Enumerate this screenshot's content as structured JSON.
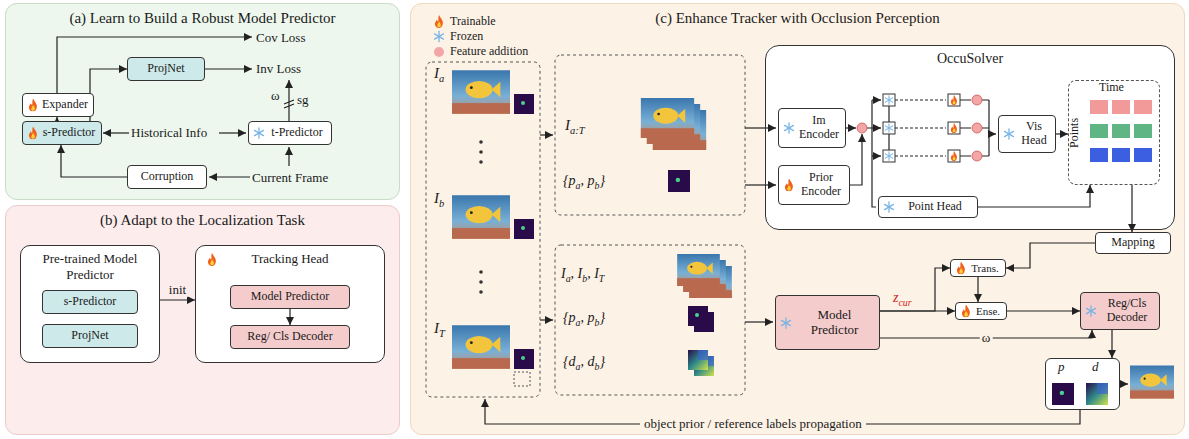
{
  "diagram": {
    "nodes": [
      {
        "text": [
          "(a) Learn to Build a Robust Model Predictor"
        ]
      },
      {
        "text": [
          "Expander"
        ],
        "in": 0
      },
      {
        "text": [
          "ProjNet"
        ],
        "in": 0
      },
      {
        "text": [
          "s-Predictor"
        ],
        "in": 0
      },
      {
        "text": [
          "t-Predictor"
        ],
        "in": 0
      },
      {
        "text": [
          "Corruption"
        ],
        "in": 0
      },
      {
        "text": [
          "(b) Adapt to the Localization Task"
        ]
      },
      {
        "text": [
          "Pre-trained Model Predictor"
        ],
        "in": 6
      },
      {
        "text": [
          "s-Predictor"
        ],
        "in": 7
      },
      {
        "text": [
          "ProjNet"
        ],
        "in": 7
      },
      {
        "text": [
          "Tracking Head"
        ],
        "in": 6
      },
      {
        "text": [
          "Model Predictor"
        ],
        "in": 10
      },
      {
        "text": [
          "Reg/ Cls Decoder"
        ],
        "in": 10
      },
      {
        "text": [
          "(c) Enhance Tracker with Occlusion Perception"
        ]
      },
      {
        "text": [
          "OccuSolver"
        ],
        "in": 13
      },
      {
        "text": [
          "Im Encoder"
        ],
        "in": 14
      },
      {
        "text": [
          "Prior Encoder"
        ],
        "in": 14
      },
      {
        "text": [
          "Vis Head"
        ],
        "in": 14
      },
      {
        "text": [
          "Point Head"
        ],
        "in": 14
      },
      {
        "text": [
          "Time",
          "Points"
        ],
        "in": 14
      },
      {
        "text": [
          "Mapping"
        ],
        "in": 13
      },
      {
        "text": [
          "Trans."
        ],
        "in": 13
      },
      {
        "text": [
          "Ense."
        ],
        "in": 13
      },
      {
        "text": [
          "Model Predictor"
        ],
        "in": 13
      },
      {
        "text": [
          "Reg/Cls Decoder"
        ],
        "in": 13
      },
      {
        "text": [
          "p",
          "d"
        ],
        "in": 13
      }
    ],
    "edges": [
      {
        "from": 3,
        "to": 1,
        "arrow": "to"
      },
      {
        "from": 3,
        "to": 2,
        "arrow": "to"
      },
      {
        "from": 5,
        "to": 3,
        "arrow": "to"
      },
      {
        "from": 7,
        "to": 10,
        "label": "init",
        "arrow": "to"
      },
      {
        "from": 11,
        "to": 12,
        "arrow": "to"
      },
      {
        "from": 18,
        "to": 19,
        "arrow": "to"
      },
      {
        "from": 17,
        "to": 19,
        "arrow": "to"
      },
      {
        "from": 19,
        "to": 20,
        "arrow": "to"
      },
      {
        "from": 20,
        "to": 21,
        "arrow": "to"
      },
      {
        "from": 21,
        "to": 22,
        "arrow": "to"
      },
      {
        "from": 23,
        "to": 21,
        "arrow": "to"
      },
      {
        "from": 23,
        "to": 22,
        "arrow": "to"
      },
      {
        "from": 22,
        "to": 24,
        "arrow": "to"
      },
      {
        "from": 23,
        "to": 24,
        "label": "ω",
        "arrow": "to"
      },
      {
        "from": 24,
        "to": 25,
        "arrow": "to"
      }
    ],
    "labels": [
      "Cov Loss",
      "Inv Loss",
      "ω",
      "sg",
      "Historical Info",
      "Current Frame",
      "I",
      "a",
      "I",
      "b",
      "I",
      "T",
      "I",
      "a:T",
      "{p",
      "a",
      ", p",
      "b",
      "}",
      "I",
      "a",
      ", I",
      "b",
      ", I",
      "T",
      "{p",
      "a",
      ", p",
      "b",
      "}",
      "{d",
      "a",
      ", d",
      "b",
      "}",
      "z",
      "cur",
      "object prior / reference labels propagation"
    ],
    "legend": [
      {
        "text": "Trainable"
      },
      {
        "text": "Frozen"
      },
      {
        "text": "Feature addition",
        "color": "#f4a6a6"
      }
    ]
  }
}
